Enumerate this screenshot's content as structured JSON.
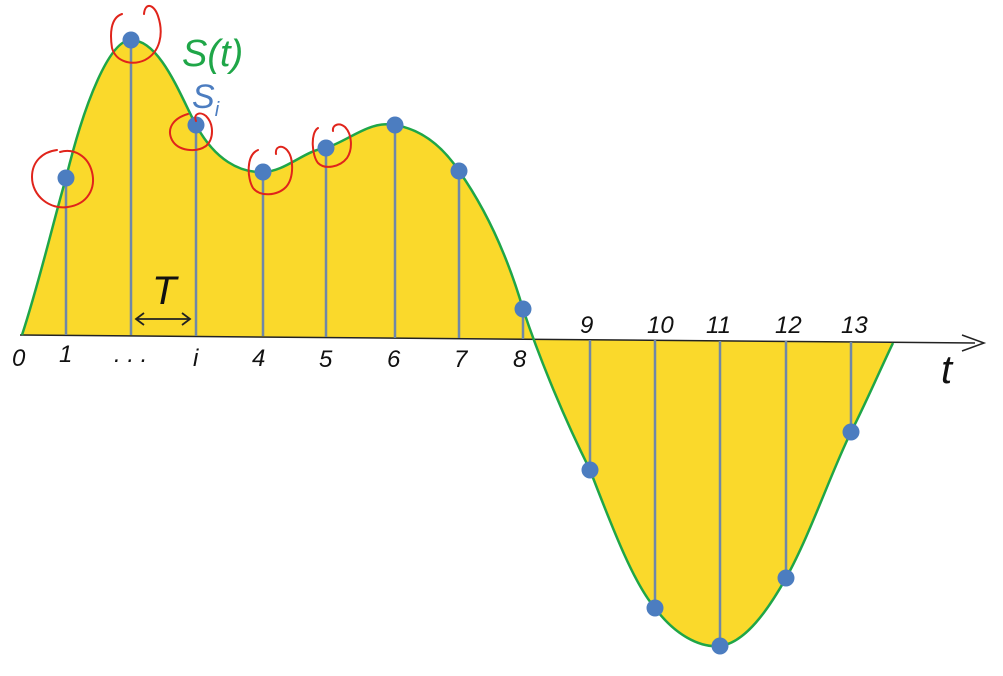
{
  "labels": {
    "curve": "S(t)",
    "sample": "S",
    "sample_sub": "i",
    "period": "T",
    "axis": "t",
    "ticks": [
      "0",
      "1",
      ". . .",
      "i",
      "4",
      "5",
      "6",
      "7",
      "8",
      "9",
      "10",
      "11",
      "12",
      "13"
    ]
  },
  "colors": {
    "fill": "#FAD92B",
    "curve": "#1FA648",
    "sample_stem": "#6F88A8",
    "sample_dot": "#4C7DC0",
    "circle": "#E0241B",
    "axis": "#222222"
  },
  "samples": {
    "count": 13,
    "circled_indices": [
      1,
      2,
      3,
      4,
      5
    ]
  }
}
